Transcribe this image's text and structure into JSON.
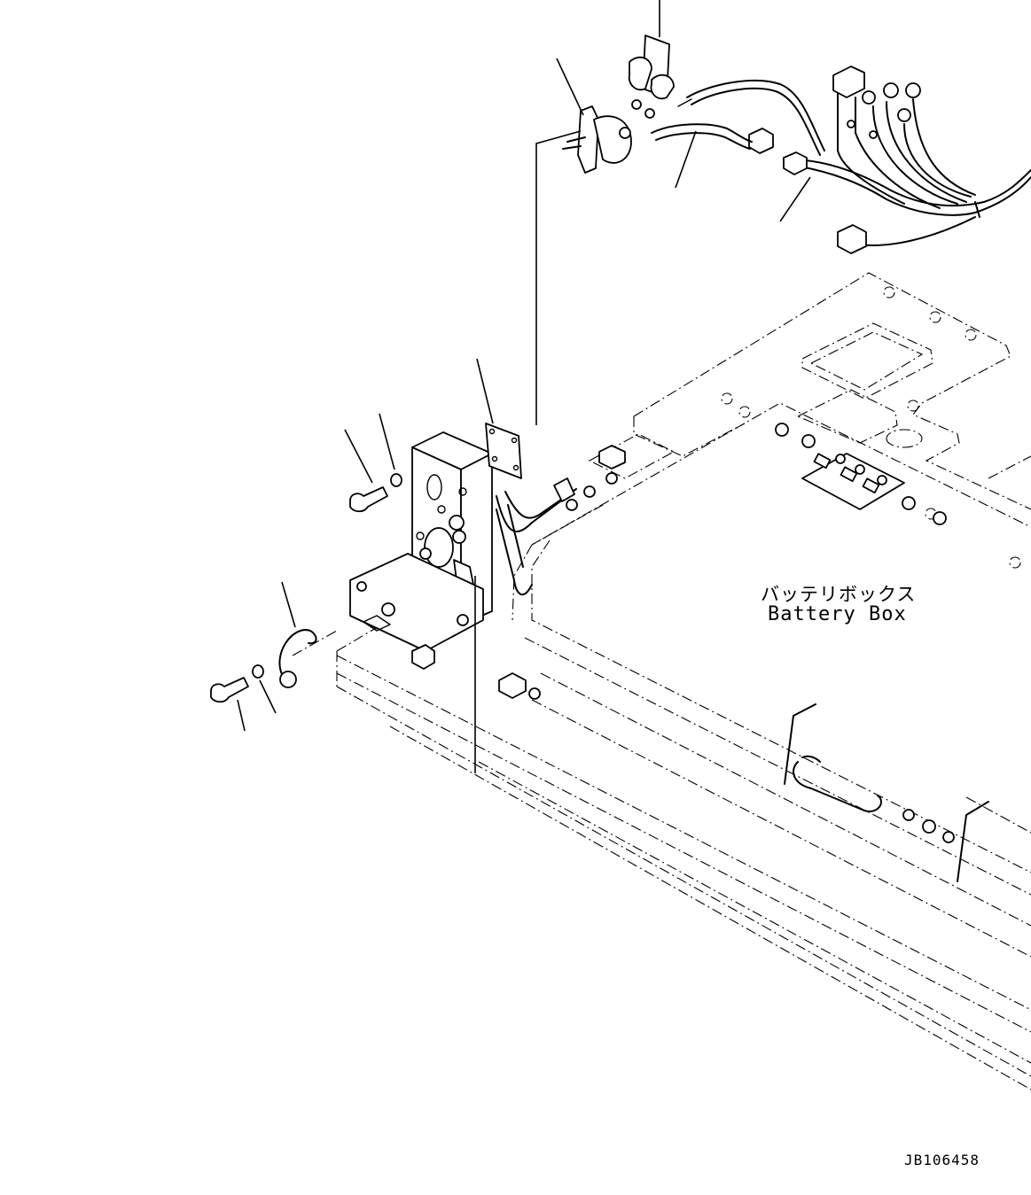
{
  "diagram": {
    "labels": {
      "battery_box_jp": "バッテリボックス",
      "battery_box_en": "Battery Box"
    },
    "drawing_number": "JB106458"
  }
}
